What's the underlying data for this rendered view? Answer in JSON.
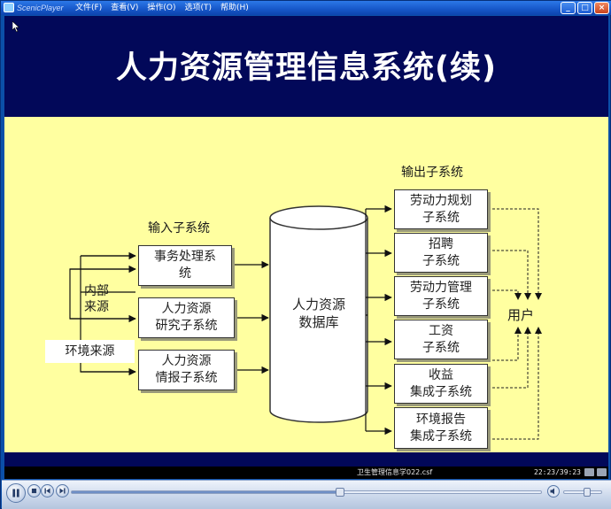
{
  "window": {
    "app_name": "ScenicPlayer",
    "menu": [
      "文件(F)",
      "查看(V)",
      "操作(O)",
      "选项(T)",
      "帮助(H)"
    ],
    "buttons": {
      "minimize": "_",
      "maximize": "□",
      "close": "×"
    }
  },
  "slide": {
    "title": "人力资源管理信息系统(续)",
    "input_heading": "输入子系统",
    "output_heading": "输出子系统",
    "internal_source": [
      "内部",
      "来源"
    ],
    "environment_source": "环境来源",
    "input_boxes": [
      {
        "lines": [
          "事务处理系",
          "统"
        ]
      },
      {
        "lines": [
          "人力资源",
          "研究子系统"
        ]
      },
      {
        "lines": [
          "人力资源",
          "情报子系统"
        ]
      }
    ],
    "database": [
      "人力资源",
      "数据库"
    ],
    "output_boxes": [
      {
        "lines": [
          "劳动力规划",
          "子系统"
        ]
      },
      {
        "lines": [
          "招聘",
          "子系统"
        ]
      },
      {
        "lines": [
          "劳动力管理",
          "子系统"
        ]
      },
      {
        "lines": [
          "工资",
          "子系统"
        ]
      },
      {
        "lines": [
          "收益",
          "集成子系统"
        ]
      },
      {
        "lines": [
          "环境报告",
          "集成子系统"
        ]
      }
    ],
    "user_label": "用户"
  },
  "status_bar": {
    "file_name": "卫生管理信息学022.csf",
    "time": "22:23/39:23"
  },
  "player": {
    "progress": 0.57,
    "volume": 0.6
  },
  "colors": {
    "slide_background": "#ffffa0",
    "header_background": "#020859",
    "title_text": "#ffffff"
  }
}
